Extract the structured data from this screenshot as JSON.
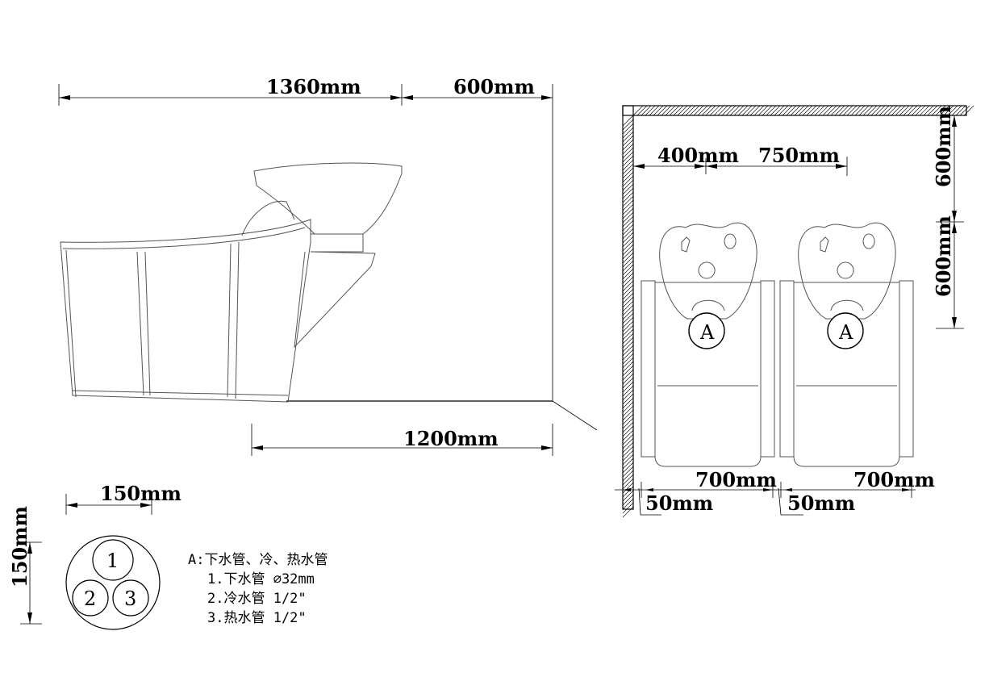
{
  "side_view": {
    "dim_top_left": "1360mm",
    "dim_top_right": "600mm",
    "dim_bottom": "1200mm"
  },
  "pipe_detail": {
    "dim_width": "150mm",
    "dim_height": "150mm",
    "pipes": [
      "1",
      "2",
      "3"
    ]
  },
  "legend": {
    "title": "A:下水管、冷、热水管",
    "items": [
      "1.下水管  ∅32mm",
      "2.冷水管 1/2\"",
      "3.热水管 1/2\""
    ]
  },
  "plan_view": {
    "dim_400": "400mm",
    "dim_750": "750mm",
    "dim_right_top": "600mm",
    "dim_right_bottom": "600mm",
    "dim_chair_1": "700mm",
    "dim_chair_2": "700mm",
    "dim_gap_1": "50mm",
    "dim_gap_2": "50mm",
    "connection_label": "A"
  }
}
